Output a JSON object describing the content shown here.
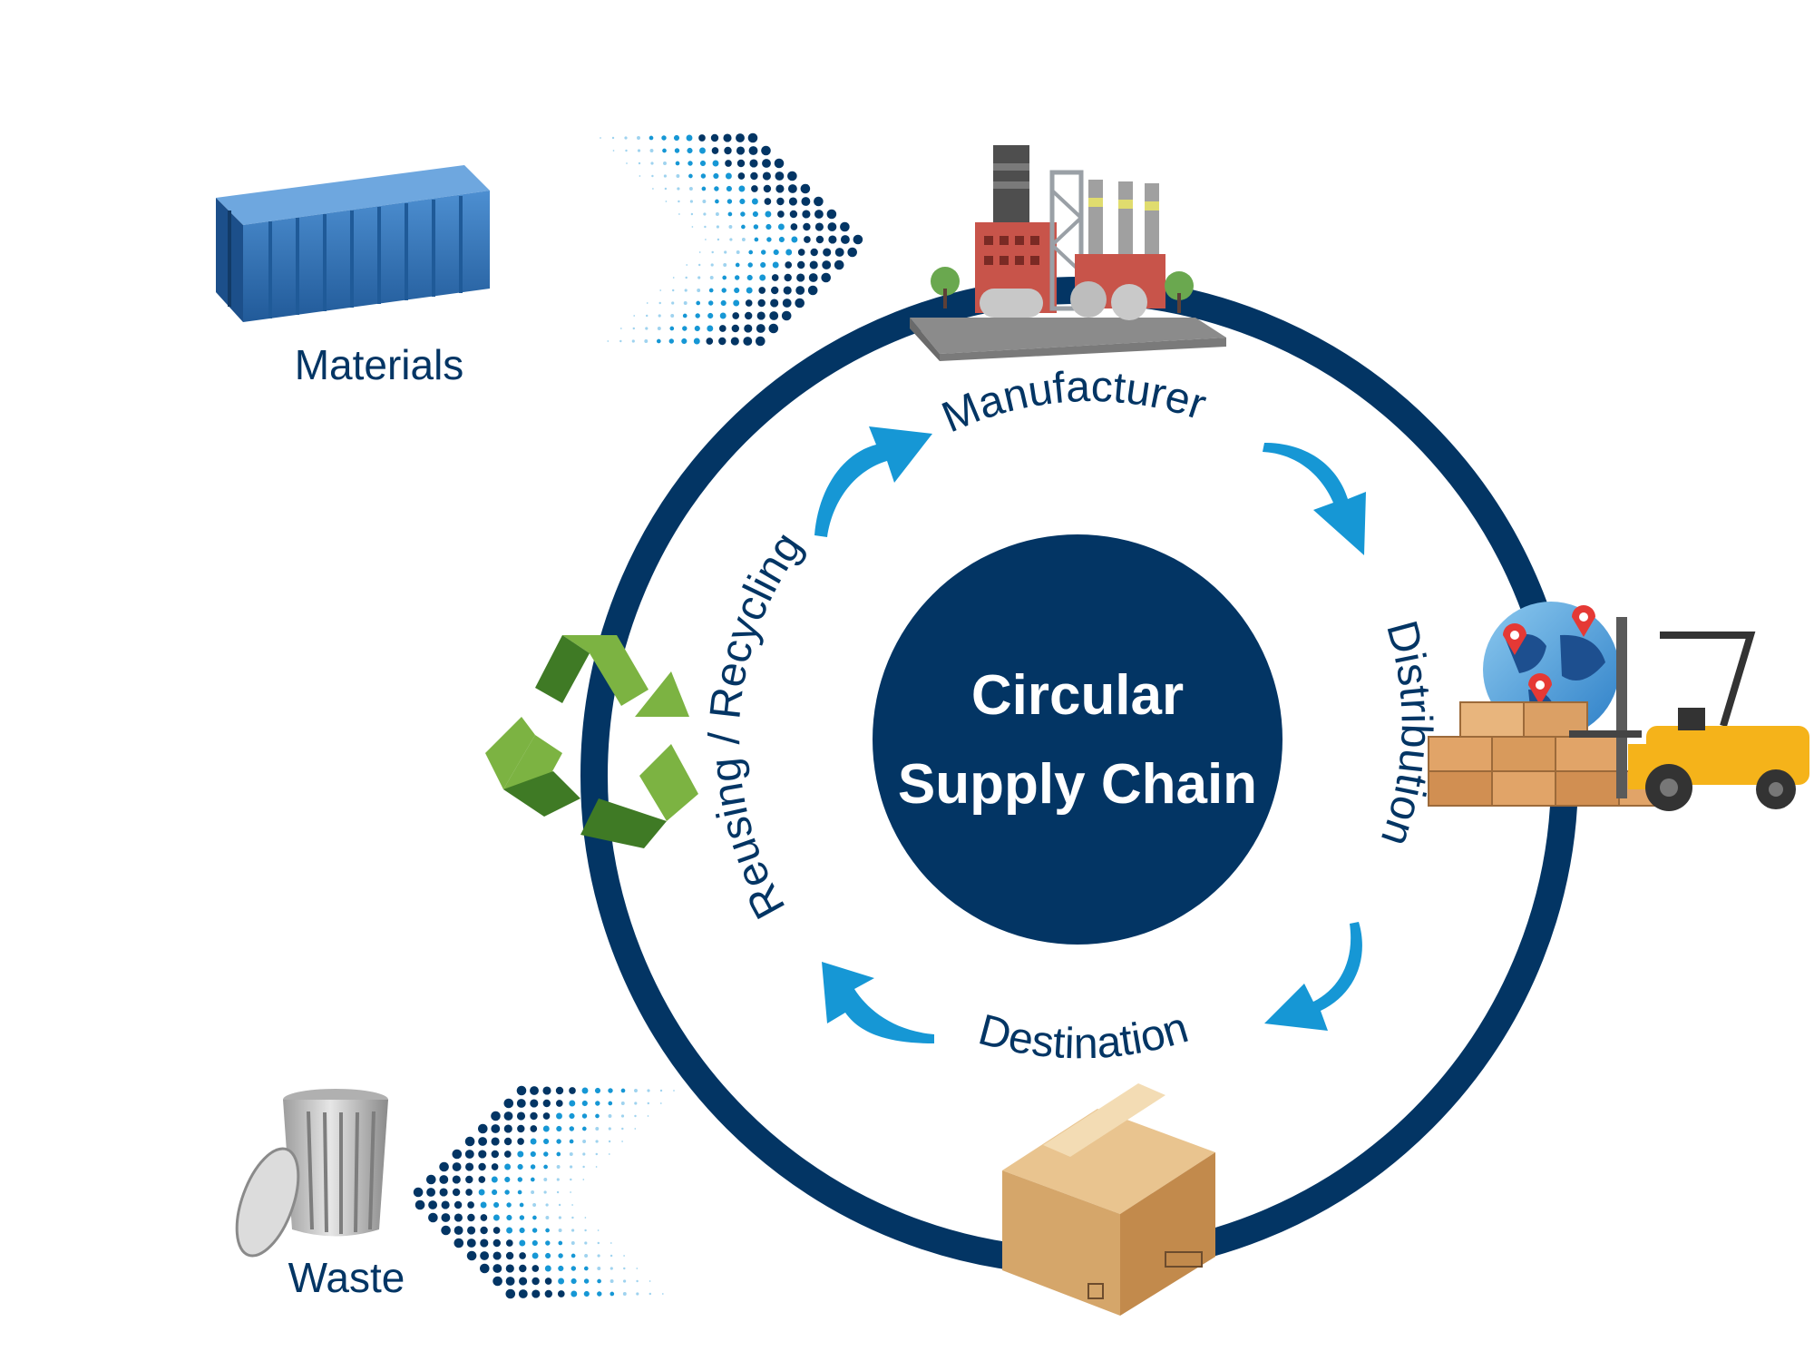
{
  "center": {
    "line1": "Circular",
    "line2": "Supply Chain"
  },
  "stages": {
    "manufacturer": "Manufacturer",
    "distribution": "Distribution",
    "destination": "Destination",
    "recycling": "Reusing / Recycling"
  },
  "inputs": {
    "materials": "Materials",
    "waste": "Waste"
  },
  "colors": {
    "navy": "#033564",
    "arrow_blue": "#1697d5",
    "recycle_light": "#7cb342",
    "recycle_dark": "#3f7a25",
    "container_blue": "#2f6fb3",
    "box_tan": "#e6b77c",
    "forklift_yellow": "#f5b31a"
  },
  "icons": {
    "materials": "shipping-container-icon",
    "manufacturer": "factory-icon",
    "distribution": "globe-forklift-icon",
    "destination": "cardboard-box-icon",
    "recycling": "recycle-icon",
    "waste": "trash-can-icon"
  }
}
